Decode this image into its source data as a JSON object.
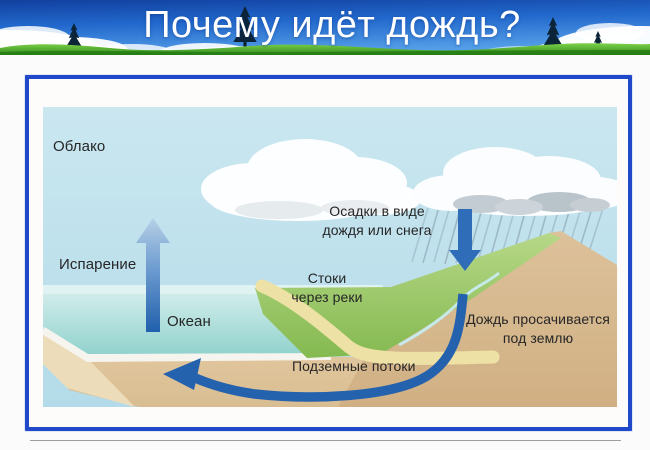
{
  "banner": {
    "title": "Почему идёт дождь?"
  },
  "diagram": {
    "labels": {
      "cloud": "Облако",
      "evaporation": "Испарение",
      "ocean": "Океан",
      "precipitation": "Осадки в виде\nдождя или снега",
      "runoff": "Стоки\nчерез реки",
      "seepage": "Дождь просачивается\nпод землю",
      "underground": "Подземные потоки"
    },
    "colors": {
      "frame_border": "#1f49c9",
      "sky": "#bfe1ec",
      "sea": "#9ed8d4",
      "sand": "#eee1a6",
      "grass": "#8fc15e",
      "ground": "#dcc096",
      "arrow_blue": "#2b66b2",
      "label_text": "#262626",
      "banner_sky": "#2268cc",
      "banner_grass": "#3f9e22",
      "title_text": "#ffffff"
    }
  }
}
